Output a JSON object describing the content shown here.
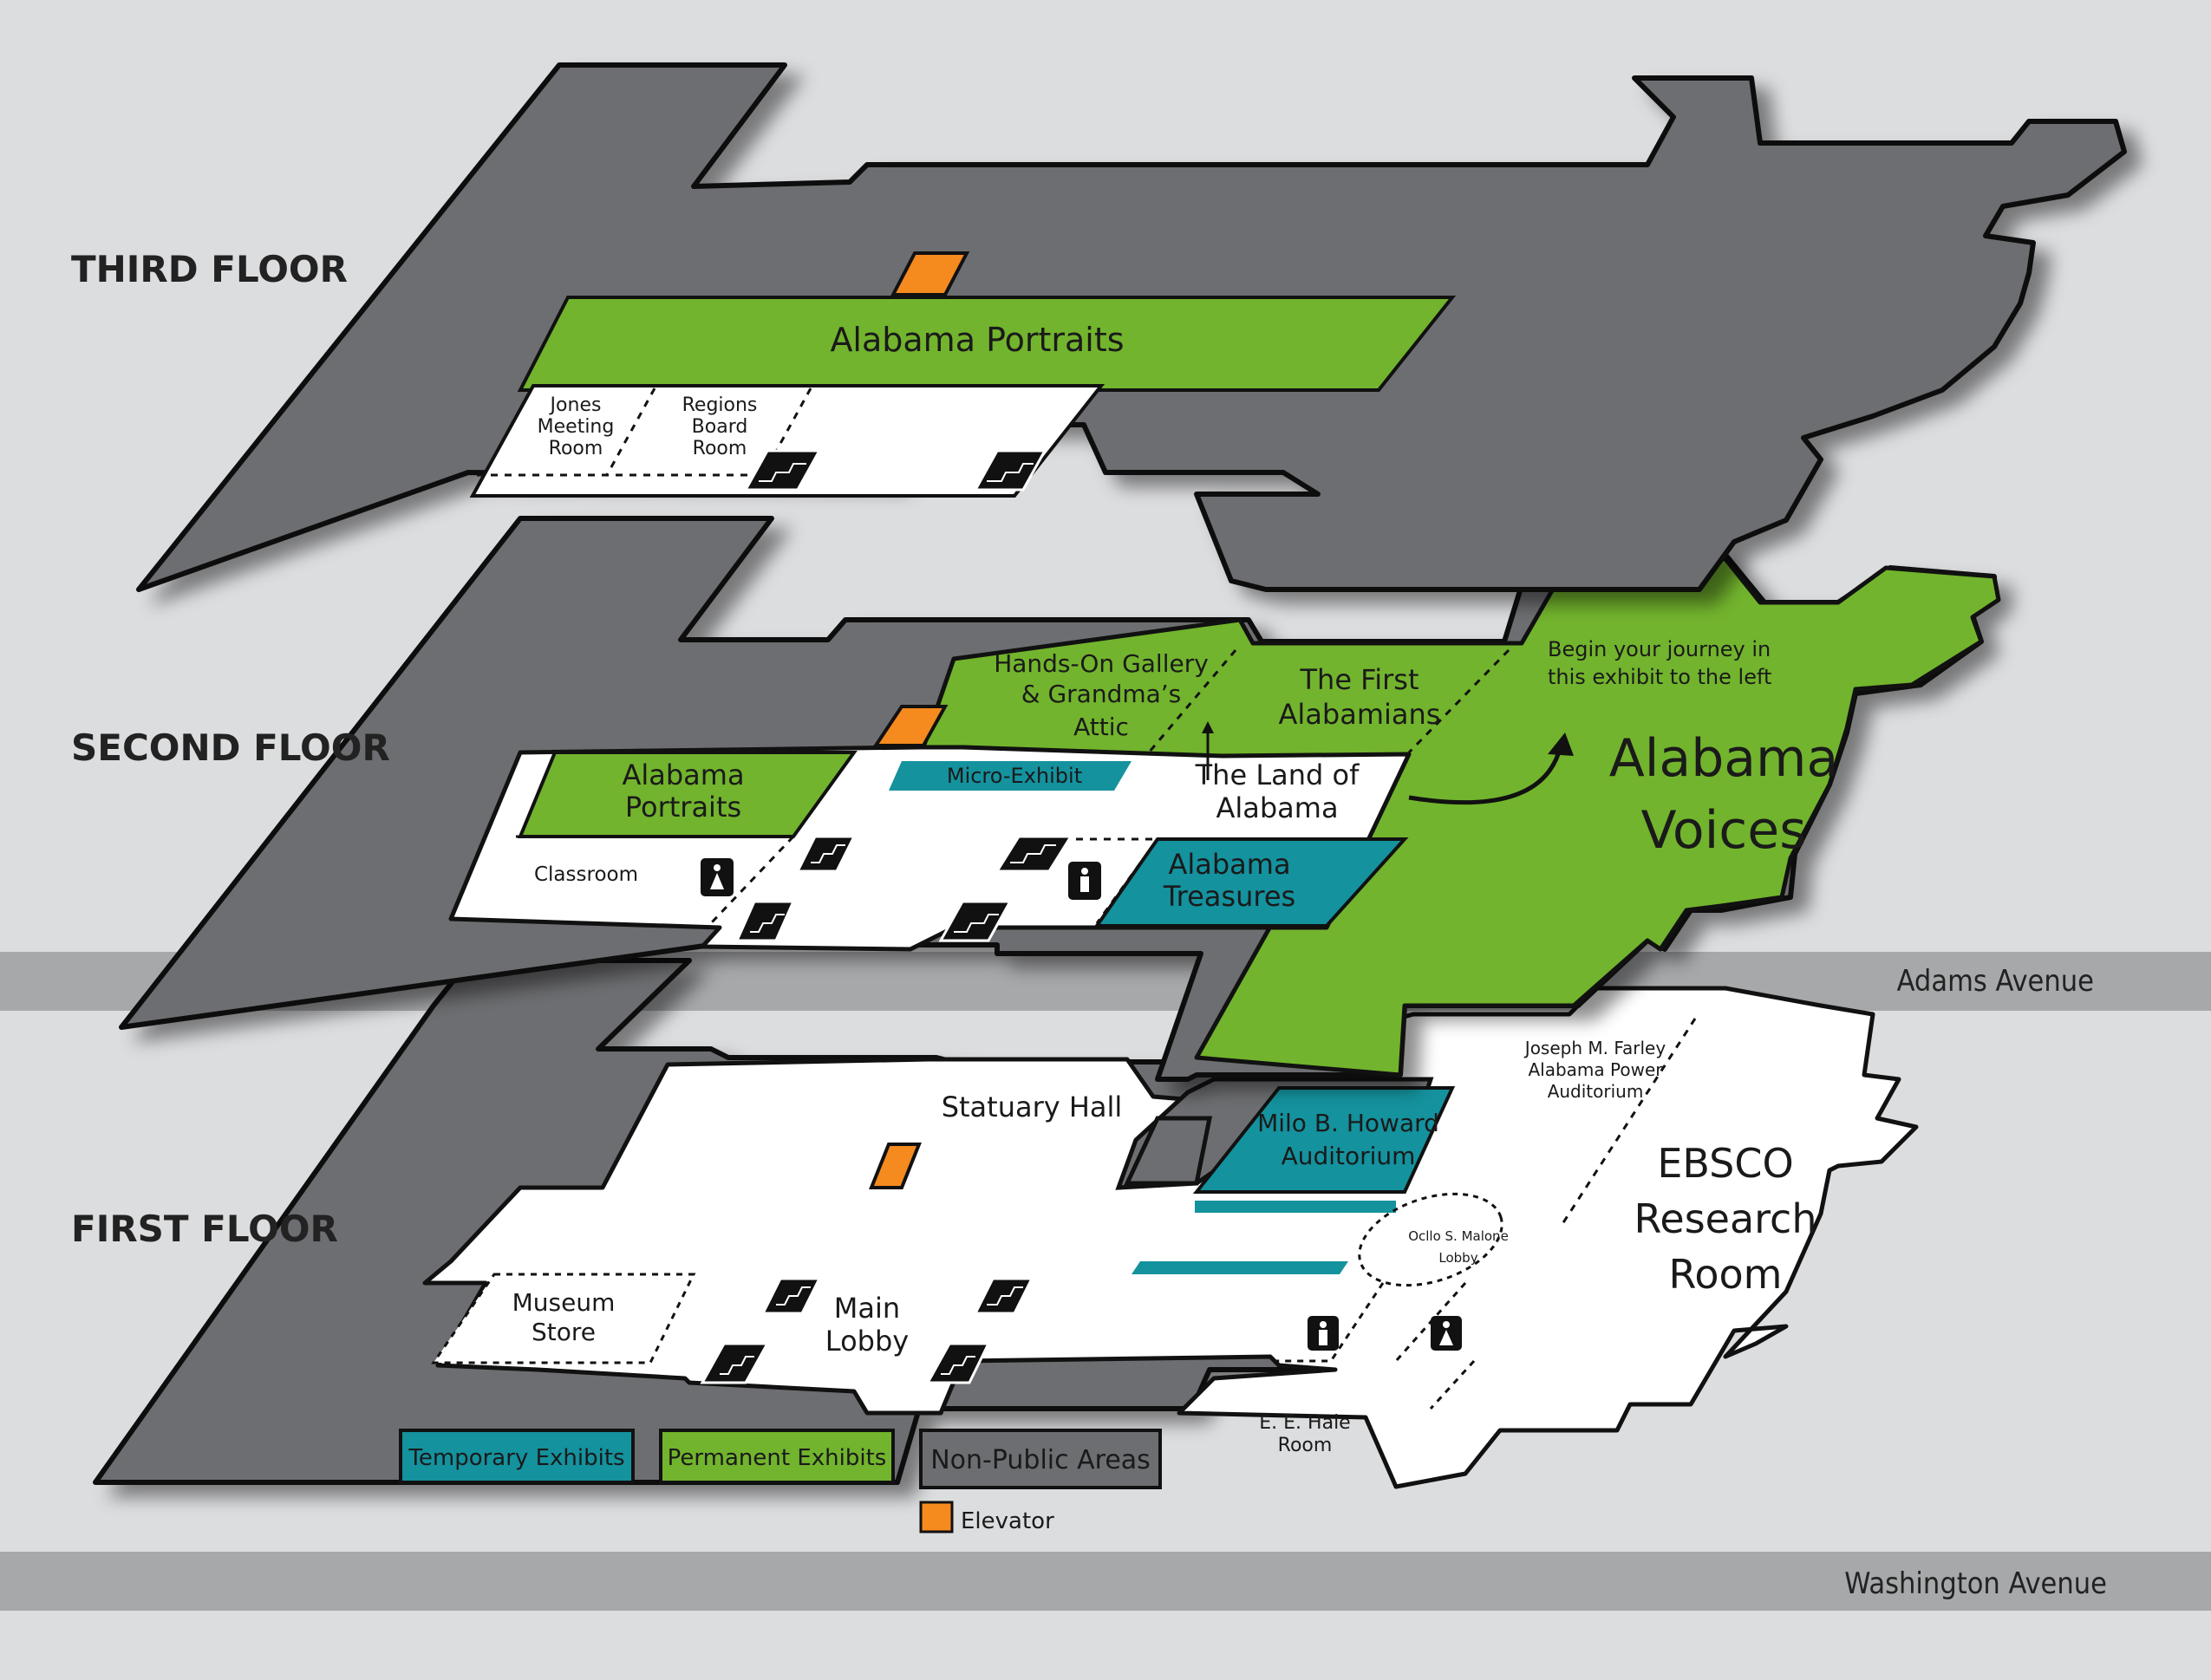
{
  "floors": {
    "third": "THIRD FLOOR",
    "second": "SECOND FLOOR",
    "first": "FIRST FLOOR"
  },
  "streets": {
    "adams": "Adams Avenue",
    "washington": "Washington Avenue"
  },
  "third_floor": {
    "portraits": "Alabama Portraits",
    "jones": [
      "Jones",
      "Meeting",
      "Room"
    ],
    "regions": [
      "Regions",
      "Board",
      "Room"
    ]
  },
  "second_floor": {
    "hands_on": [
      "Hands-On Gallery",
      "& Grandma’s",
      "Attic"
    ],
    "first_alabamians": [
      "The First",
      "Alabamians"
    ],
    "begin": [
      "Begin your journey in",
      "this exhibit to the left"
    ],
    "voices": [
      "Alabama",
      "Voices"
    ],
    "portraits": [
      "Alabama",
      "Portraits"
    ],
    "micro": "Micro-Exhibit",
    "land": [
      "The Land of",
      "Alabama"
    ],
    "classroom": "Classroom",
    "treasures": [
      "Alabama",
      "Treasures"
    ]
  },
  "first_floor": {
    "statuary": "Statuary Hall",
    "milo": [
      "Milo B. Howard",
      "Auditorium"
    ],
    "farley": [
      "Joseph M. Farley",
      "Alabama Power",
      "Auditorium"
    ],
    "ebsco": [
      "EBSCO",
      "Research",
      "Room"
    ],
    "malone": [
      "Ocllo S. Malone",
      "Lobby"
    ],
    "museum_store": [
      "Museum",
      "Store"
    ],
    "main_lobby": [
      "Main",
      "Lobby"
    ],
    "hale": [
      "E. E. Hale",
      "Room"
    ]
  },
  "legend": {
    "temporary": "Temporary Exhibits",
    "permanent": "Permanent Exhibits",
    "nonpublic": "Non-Public Areas",
    "elevator": "Elevator"
  },
  "colors": {
    "background": "#dcdddf",
    "road": "#a7a8aa",
    "nonpublic": "#6d6e71",
    "permanent": "#72b42d",
    "temporary": "#14929e",
    "public": "#ffffff",
    "elevator": "#f58a1f",
    "stair": "#111111"
  }
}
